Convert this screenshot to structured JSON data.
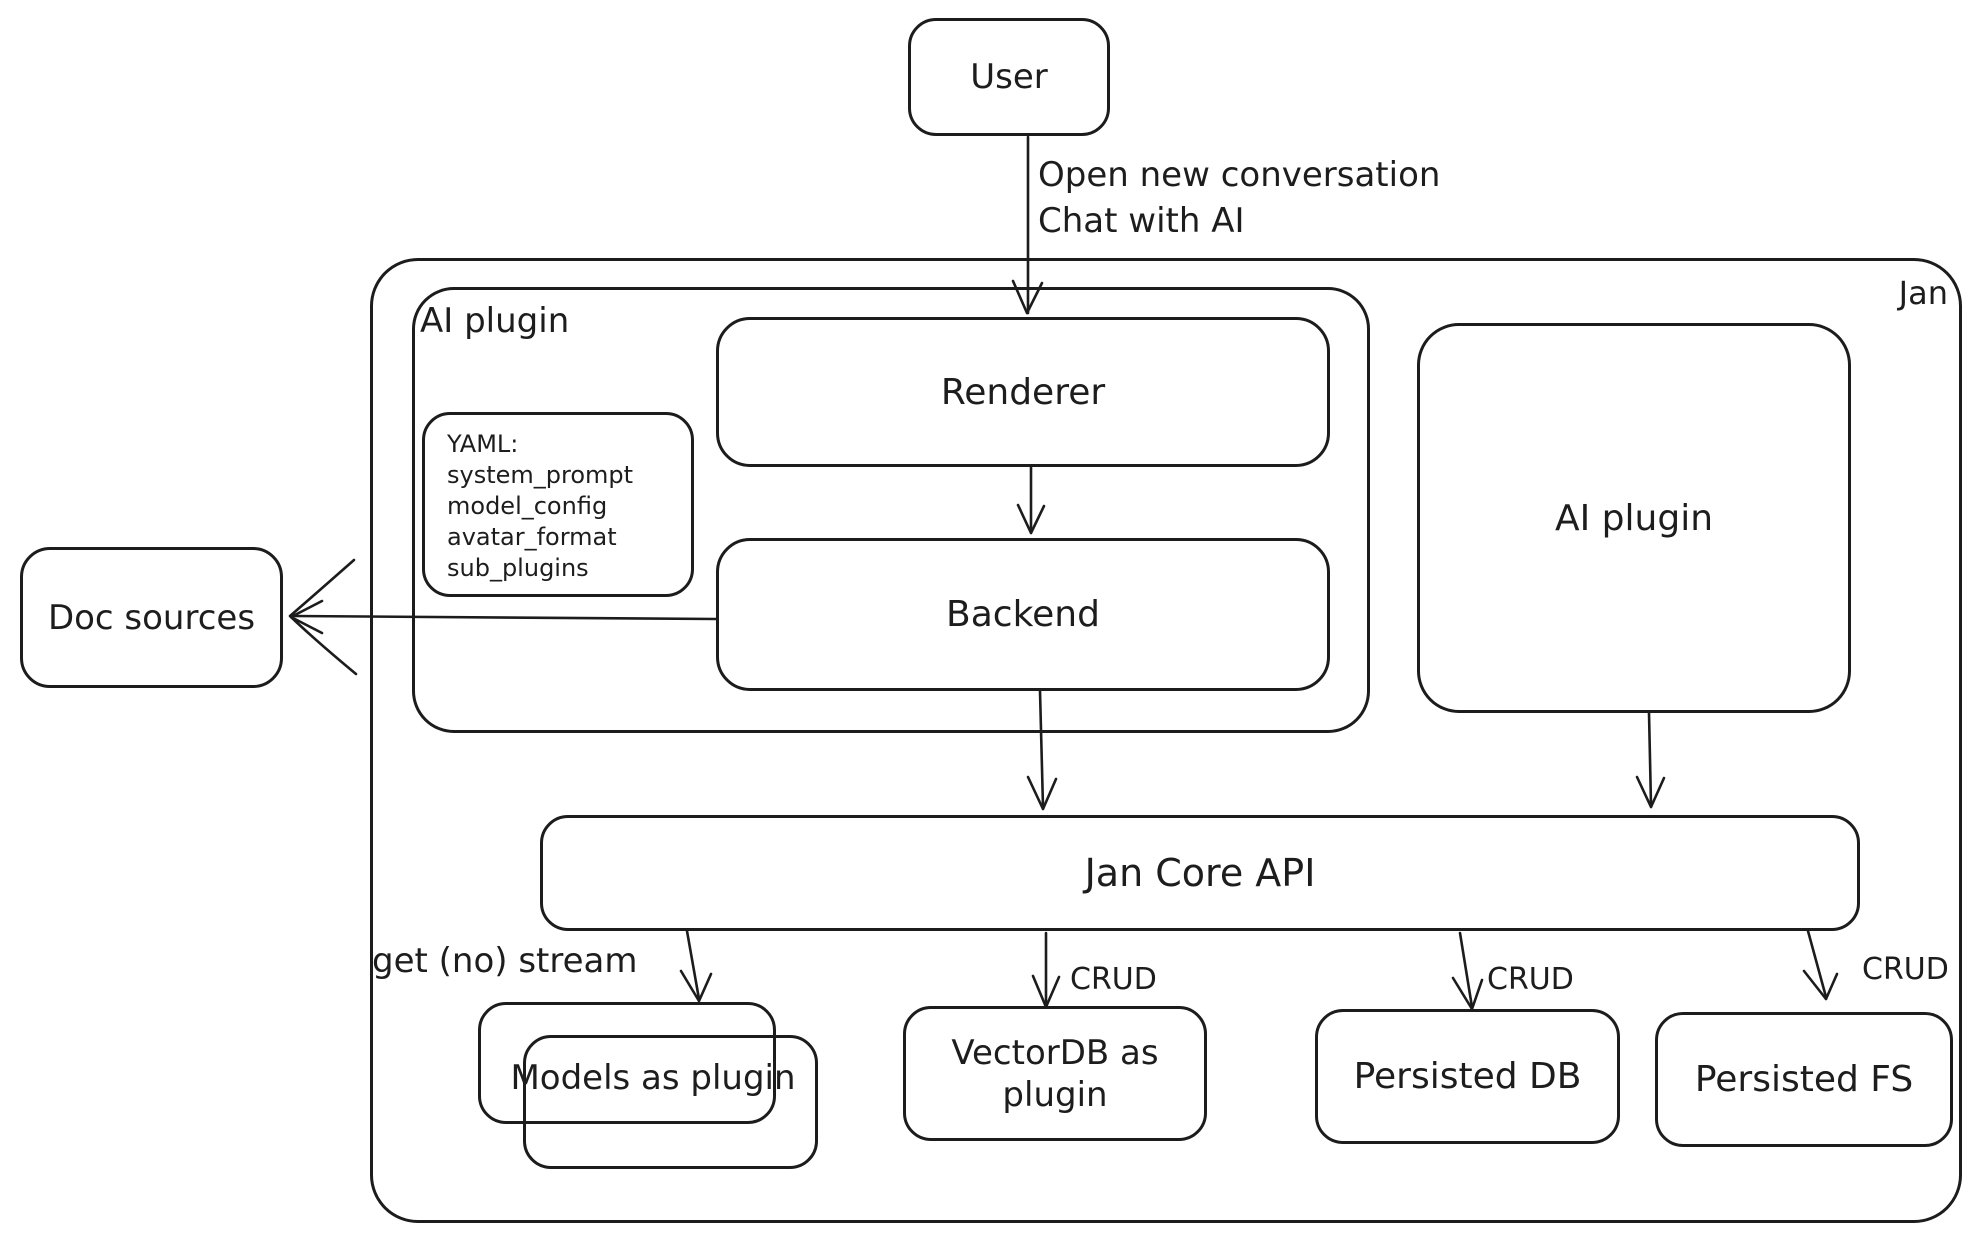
{
  "diagram": {
    "title_region": {
      "system_label": "Jan"
    },
    "nodes": {
      "user": {
        "label": "User"
      },
      "plugin_container": {
        "label": "AI plugin"
      },
      "renderer": {
        "label": "Renderer"
      },
      "backend": {
        "label": "Backend"
      },
      "doc_sources": {
        "label": "Doc sources"
      },
      "right_plugin": {
        "label": "AI plugin"
      },
      "core_api": {
        "label": "Jan Core API"
      },
      "models": {
        "label": "Models as plugin"
      },
      "vectordb": {
        "label": "VectorDB as plugin"
      },
      "persisted_db": {
        "label": "Persisted DB"
      },
      "persisted_fs": {
        "label": "Persisted FS"
      }
    },
    "yaml_note": {
      "lines": [
        "YAML:",
        "system_prompt",
        "model_config",
        "avatar_format",
        "sub_plugins"
      ]
    },
    "edge_labels": {
      "user_flow_line1": "Open new conversation",
      "user_flow_line2": "Chat with AI",
      "models_edge": "get (no) stream",
      "vectordb_edge": "CRUD",
      "persisted_db_edge": "CRUD",
      "persisted_fs_edge": "CRUD"
    },
    "colors": {
      "stroke": "#1c1c1c",
      "background": "#ffffff",
      "text": "#1d1d1d"
    }
  }
}
